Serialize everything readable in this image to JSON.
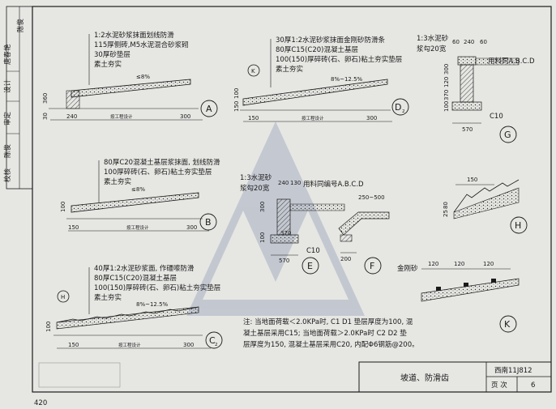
{
  "page_number": "420",
  "side_panel": {
    "labels": [
      "校核",
      "陈俊",
      "审定",
      "设计",
      "唐春艳"
    ],
    "signature": "陈俊"
  },
  "details": {
    "A": {
      "id": "A",
      "layers": [
        "1:2水泥砂浆抹面划线防滑",
        "115厚侧砖,M5水泥混合砂浆砌",
        "30厚砂垫层",
        "素土夯实"
      ],
      "slope": "≤8%",
      "dims": [
        "30",
        "360",
        "240",
        "300"
      ],
      "span": "按工程设计"
    },
    "B": {
      "id": "B",
      "layers": [
        "80厚C20混凝土基层浆抹面, 划线防滑",
        "100厚碎砖(石、卵石)粘土夯实垫层",
        "素土夯实"
      ],
      "slope": "≤8%",
      "dims": [
        "100",
        "150",
        "300"
      ],
      "span": "按工程设计"
    },
    "C": {
      "id": "C",
      "sub": "2",
      "layers": [
        "40厚1:2水泥砂浆面, 作礓嚓防滑",
        "80厚C15(C20)混凝土基层",
        "100(150)厚碎砖(石、卵石)粘土夯实垫层",
        "素土夯实"
      ],
      "slope": "8%~12.5%",
      "dims": [
        "100",
        "150",
        "300"
      ],
      "span": "按工程设计",
      "ref": "H"
    },
    "D": {
      "id": "D",
      "sub": "2",
      "layers": [
        "30厚1:2水泥砂浆抹面金刚砂防滑条",
        "80厚C15(C20)混凝土基层",
        "100(150)厚碎砖(石、卵石)粘土夯实垫层",
        "素土夯实"
      ],
      "slope": "8%~12.5%",
      "dims": [
        "100",
        "150",
        "150",
        "300"
      ],
      "span": "按工程设计",
      "ref": "K"
    },
    "E": {
      "id": "E",
      "note1": "1:3水泥砂",
      "note2": "浆勾20宽",
      "material": "用料同编号A.B.C.D",
      "dims": [
        "240",
        "130",
        "300",
        "370",
        "100",
        "570"
      ],
      "base": "C10"
    },
    "F": {
      "id": "F",
      "dims": [
        "250~500",
        "200"
      ]
    },
    "G": {
      "id": "G",
      "note1": "1:3水泥砂",
      "note2": "浆勾20宽",
      "material": "用料同A.B.C.D",
      "dims": [
        "60",
        "240",
        "60",
        "300",
        "120",
        "370",
        "100",
        "570"
      ],
      "base": "C10"
    },
    "H": {
      "id": "H",
      "dims": [
        "150",
        "80",
        "25"
      ]
    },
    "K": {
      "id": "K",
      "label": "金刚砂",
      "dims": [
        "120",
        "120",
        "120"
      ]
    }
  },
  "note": {
    "line1": "注: 当地面荷载＜2.0KPa时, C1 D1 垫层厚度为100, 混",
    "line2": "凝土基层采用C15; 当地面荷载＞2.0KPa时 C2 D2 垫",
    "line3": "层厚度为150, 混凝土基层采用C20, 内配Φ6钢筋@200。"
  },
  "title_block": {
    "title": "坡道、防滑齿",
    "atlas": "西南11J812",
    "page_label": "页 次",
    "page_value": "6"
  }
}
